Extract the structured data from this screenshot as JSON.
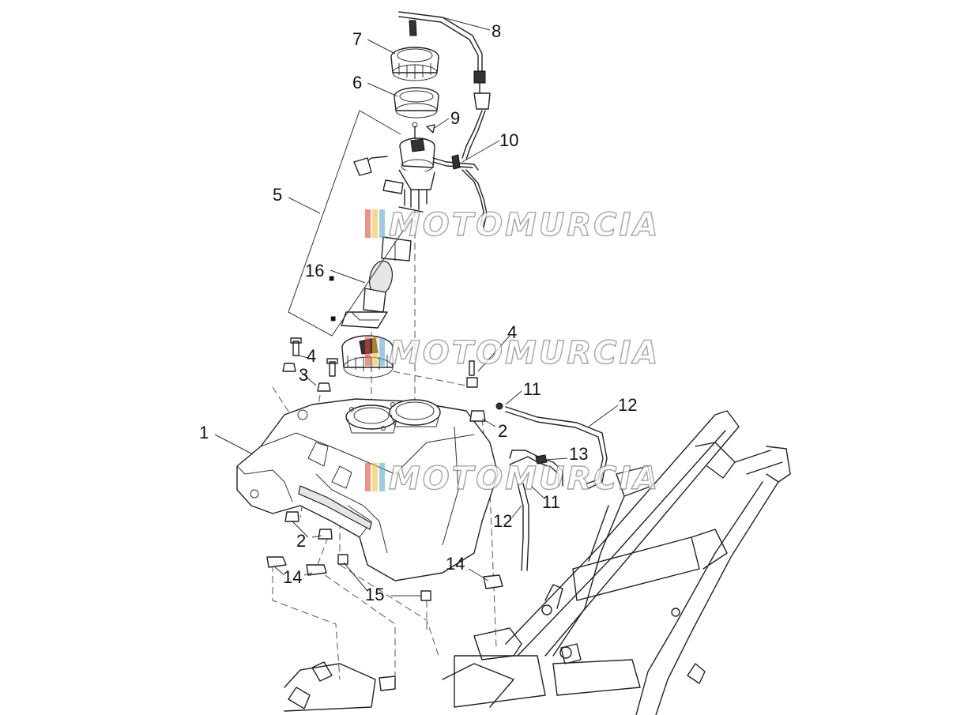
{
  "diagram": {
    "callouts": [
      {
        "id": "c8",
        "text": "8"
      },
      {
        "id": "c7",
        "text": "7"
      },
      {
        "id": "c6",
        "text": "6"
      },
      {
        "id": "c9",
        "text": "9"
      },
      {
        "id": "c10",
        "text": "10"
      },
      {
        "id": "c5",
        "text": "5"
      },
      {
        "id": "c16",
        "text": "16"
      },
      {
        "id": "c4a",
        "text": "4"
      },
      {
        "id": "c4b",
        "text": "4"
      },
      {
        "id": "c3",
        "text": "3"
      },
      {
        "id": "c11a",
        "text": "11"
      },
      {
        "id": "c12a",
        "text": "12"
      },
      {
        "id": "c1",
        "text": "1"
      },
      {
        "id": "c2a",
        "text": "2"
      },
      {
        "id": "c13",
        "text": "13"
      },
      {
        "id": "c11b",
        "text": "11"
      },
      {
        "id": "c12b",
        "text": "12"
      },
      {
        "id": "c2b",
        "text": "2"
      },
      {
        "id": "c14a",
        "text": "14"
      },
      {
        "id": "c14b",
        "text": "14"
      },
      {
        "id": "c15",
        "text": "15"
      }
    ],
    "watermark": {
      "text": "MOTOMURCIA",
      "stripe_colors": [
        "#e8443a",
        "#f2c23a",
        "#5aa8d8"
      ]
    },
    "marker_glyph": "■"
  }
}
